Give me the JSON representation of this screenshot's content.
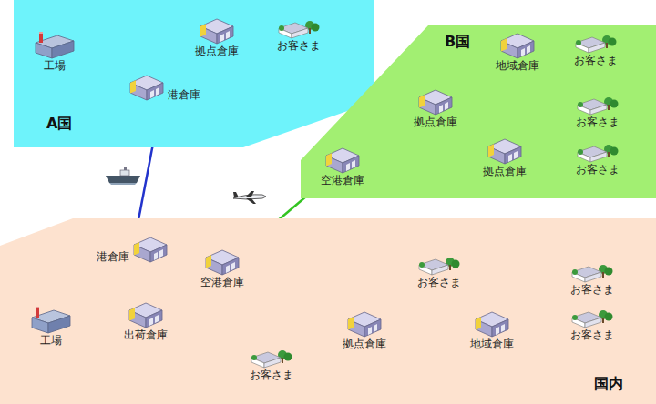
{
  "diagram": {
    "nodes": [
      {
        "text": [
          "A国"
        ]
      },
      {
        "text": [
          "工場"
        ],
        "in": 0
      },
      {
        "text": [
          "拠点倉庫"
        ],
        "in": 0
      },
      {
        "text": [
          "お客さま"
        ],
        "in": 0
      },
      {
        "text": [
          "港倉庫"
        ],
        "in": 0
      },
      {
        "text": [
          "B国"
        ]
      },
      {
        "text": [
          "地域倉庫"
        ],
        "in": 5
      },
      {
        "text": [
          "お客さま"
        ],
        "in": 5
      },
      {
        "text": [
          "拠点倉庫"
        ],
        "in": 5
      },
      {
        "text": [
          "お客さま"
        ],
        "in": 5
      },
      {
        "text": [
          "空港倉庫"
        ],
        "in": 5
      },
      {
        "text": [
          "拠点倉庫"
        ],
        "in": 5
      },
      {
        "text": [
          "お客さま"
        ],
        "in": 5
      },
      {
        "text": [
          "国内"
        ]
      },
      {
        "text": [
          "港倉庫"
        ],
        "in": 13
      },
      {
        "text": [
          "空港倉庫"
        ],
        "in": 13
      },
      {
        "text": [
          "お客さま"
        ],
        "in": 13
      },
      {
        "text": [
          "お客さま"
        ],
        "in": 13
      },
      {
        "text": [
          "工場"
        ],
        "in": 13
      },
      {
        "text": [
          "出荷倉庫"
        ],
        "in": 13
      },
      {
        "text": [
          "拠点倉庫"
        ],
        "in": 13
      },
      {
        "text": [
          "地域倉庫"
        ],
        "in": 13
      },
      {
        "text": [
          "お客さま"
        ],
        "in": 13
      },
      {
        "text": [
          "お客さま"
        ],
        "in": 13
      }
    ],
    "edges": [
      {
        "from": 1,
        "to": 2,
        "arrow": "to"
      },
      {
        "from": 4,
        "to": 2,
        "arrow": "to"
      },
      {
        "from": 2,
        "to": 3,
        "arrow": "to"
      },
      {
        "from": 10,
        "to": 8,
        "arrow": "to"
      },
      {
        "from": 10,
        "to": 11,
        "arrow": "to"
      },
      {
        "from": 8,
        "to": 6,
        "arrow": "to"
      },
      {
        "from": 6,
        "to": 7,
        "arrow": "to"
      },
      {
        "from": 11,
        "to": 9,
        "arrow": "to"
      },
      {
        "from": 11,
        "to": 12,
        "arrow": "to"
      },
      {
        "from": 18,
        "to": 19,
        "arrow": "to"
      },
      {
        "from": 19,
        "to": 14,
        "arrow": "to"
      },
      {
        "from": 19,
        "to": 15,
        "arrow": "to"
      },
      {
        "from": 19,
        "to": 20,
        "arrow": "to"
      },
      {
        "from": 19,
        "to": 23,
        "arrow": "to"
      },
      {
        "from": 20,
        "to": 16,
        "arrow": "to"
      },
      {
        "from": 20,
        "to": 21,
        "arrow": "to"
      },
      {
        "from": 21,
        "to": 17,
        "arrow": "to"
      },
      {
        "from": 21,
        "to": 22,
        "arrow": "to"
      },
      {
        "from": 14,
        "to": 4,
        "arrow": "to"
      },
      {
        "from": 15,
        "to": 10,
        "arrow": "to"
      }
    ]
  }
}
